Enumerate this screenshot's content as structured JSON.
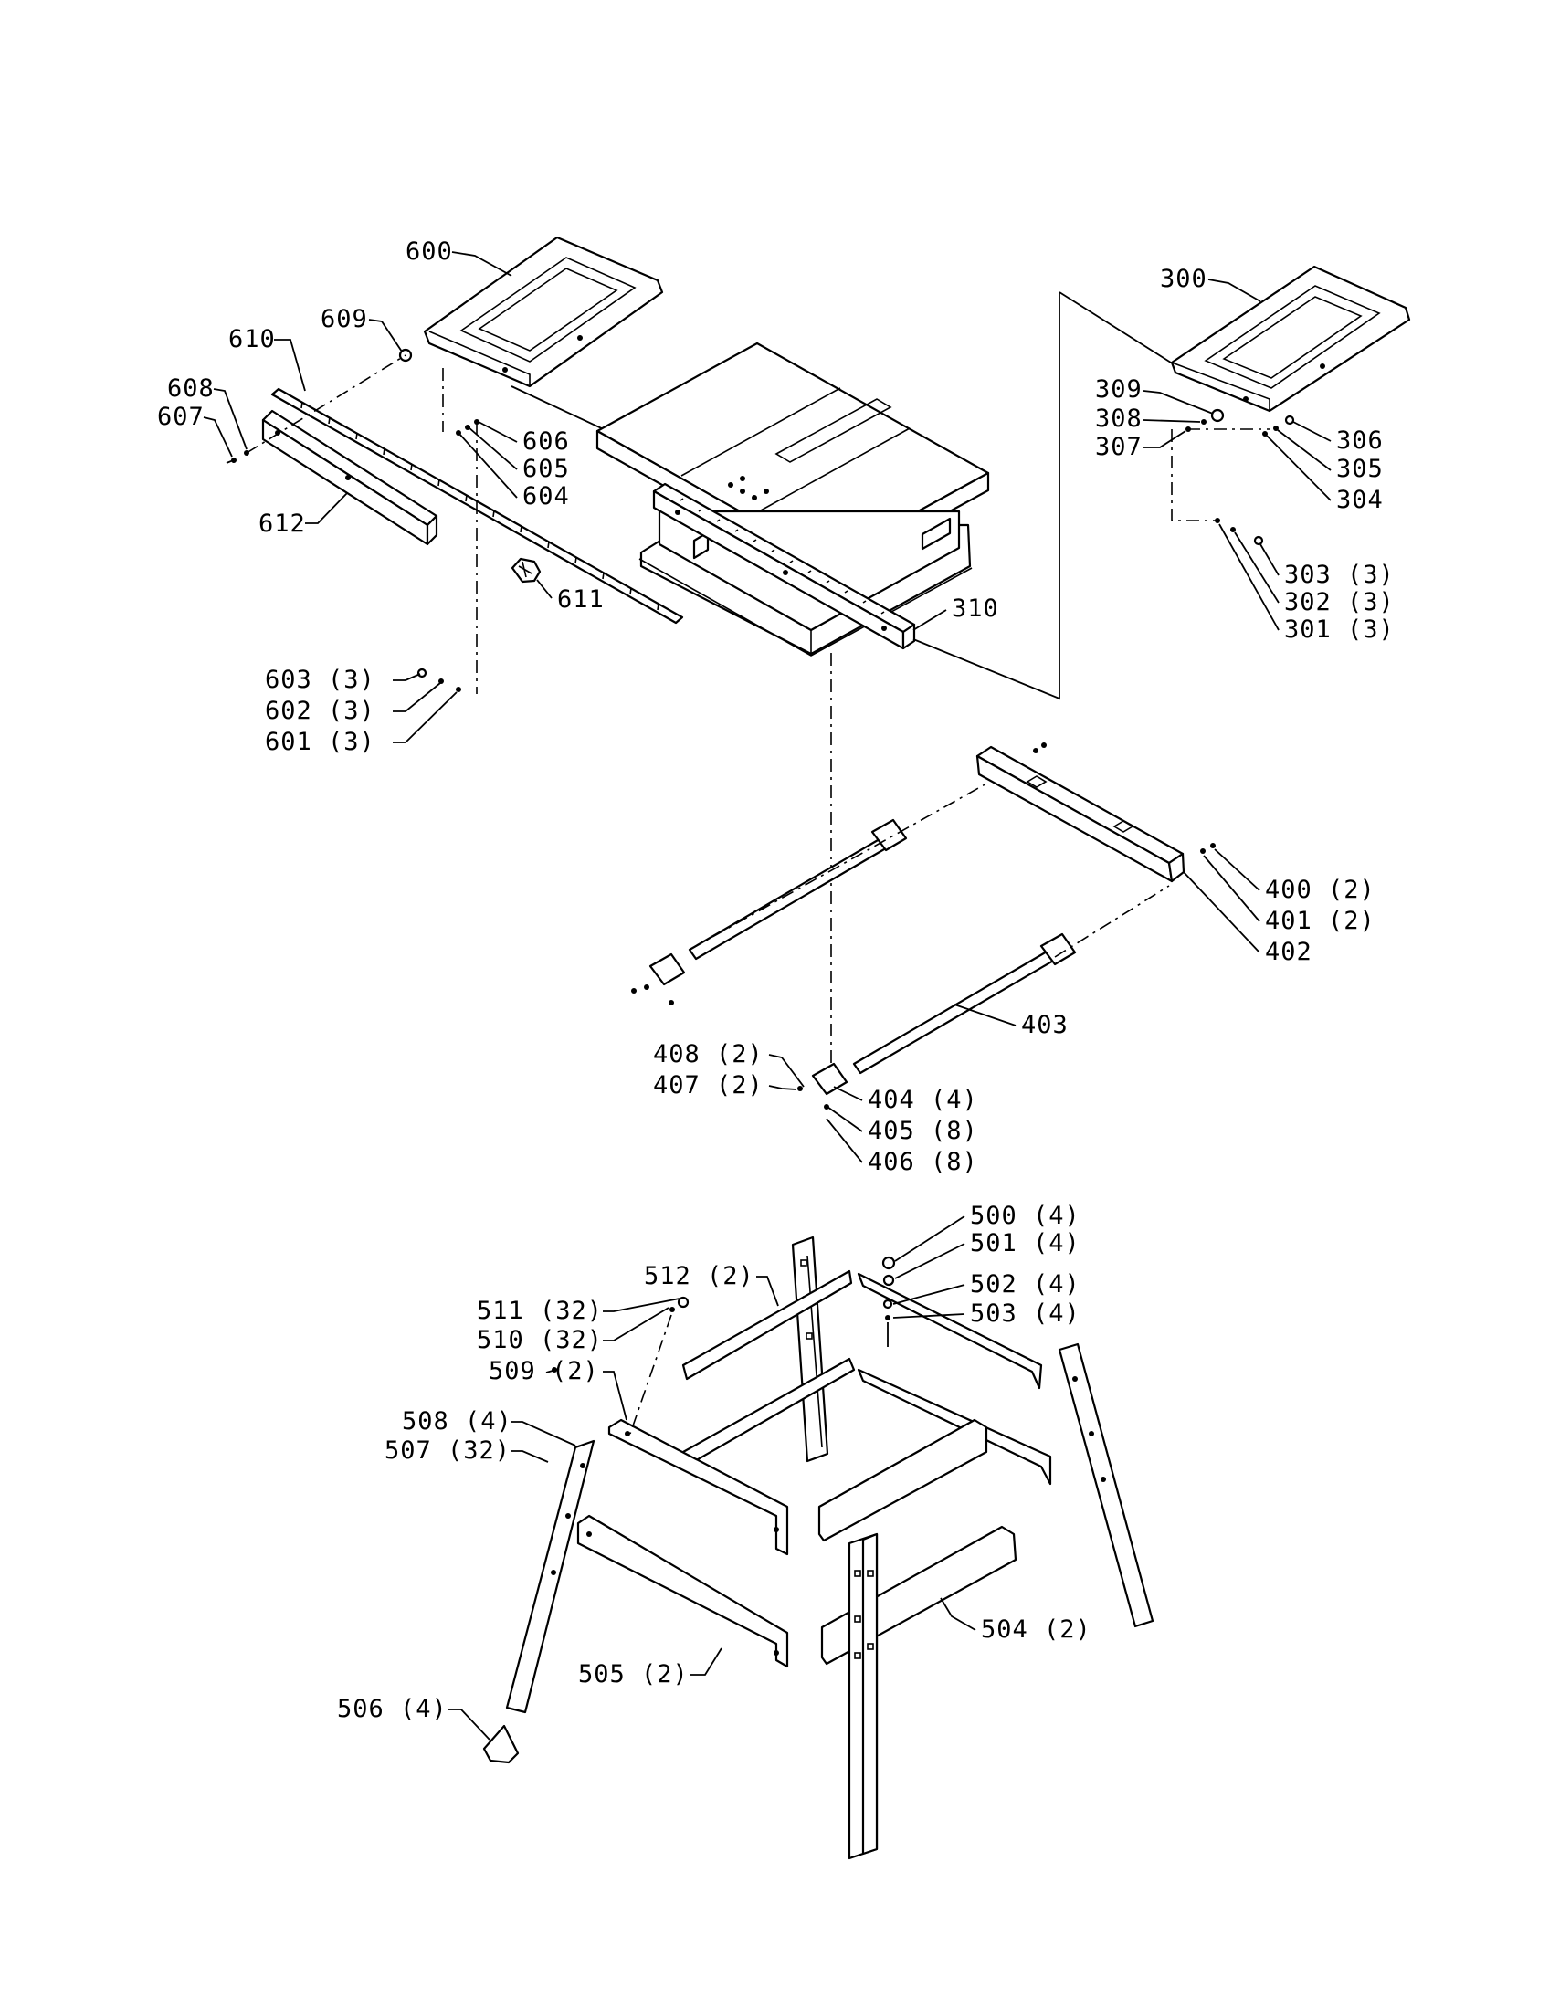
{
  "labels": {
    "l600": "600",
    "l609": "609",
    "l610": "610",
    "l608": "608",
    "l607": "607",
    "l606": "606",
    "l605": "605",
    "l604": "604",
    "l612": "612",
    "l611": "611",
    "l603": "603 (3)",
    "l602": "602 (3)",
    "l601": "601 (3)",
    "l310": "310",
    "l300": "300",
    "l309": "309",
    "l308": "308",
    "l307": "307",
    "l306": "306",
    "l305": "305",
    "l304": "304",
    "l303": "303 (3)",
    "l302": "302 (3)",
    "l301": "301 (3)",
    "l400": "400 (2)",
    "l401": "401 (2)",
    "l402": "402",
    "l403": "403",
    "l408": "408 (2)",
    "l407": "407 (2)",
    "l404": "404 (4)",
    "l405": "405 (8)",
    "l406": "406 (8)",
    "l500": "500 (4)",
    "l501": "501 (4)",
    "l502": "502 (4)",
    "l503": "503 (4)",
    "l512": "512 (2)",
    "l511": "511 (32)",
    "l510": "510 (32)",
    "l509": "509 (2)",
    "l508": "508 (4)",
    "l507": "507 (32)",
    "l504": "504 (2)",
    "l505": "505 (2)",
    "l506": "506 (4)"
  }
}
